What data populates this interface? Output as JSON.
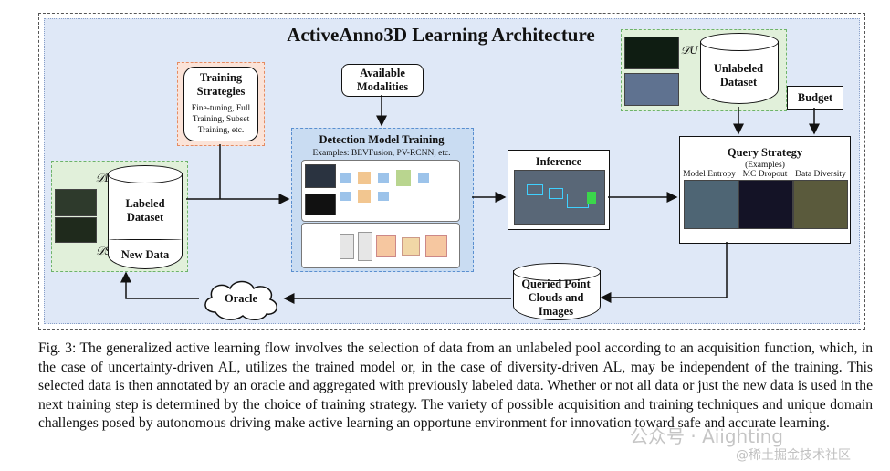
{
  "title": "ActiveAnno3D Learning Architecture",
  "training_strategies": {
    "title": "Training Strategies",
    "detail": "Fine-tuning, Full Training, Subset Training, etc."
  },
  "available_modalities": "Available Modalities",
  "detection": {
    "title": "Detection Model Training",
    "examples": "Examples: BEVFusion, PV-RCNN, etc."
  },
  "inference": "Inference",
  "unlabeled": {
    "symbol": "𝒟U",
    "label": "Unlabeled Dataset"
  },
  "budget": "Budget",
  "query": {
    "title": "Query Strategy",
    "examples": "(Examples)",
    "items": [
      "Model Entropy",
      "MC Dropout",
      "Data Diversity"
    ]
  },
  "labeled": {
    "symbol_l": "𝒟L",
    "symbol_s": "𝒟S",
    "label": "Labeled Dataset",
    "new_data": "New Data"
  },
  "queried": "Queried Point Clouds and Images",
  "oracle": "Oracle",
  "caption": "Fig. 3: The generalized active learning flow involves the selection of data from an unlabeled pool according to an acquisition function, which, in the case of uncertainty-driven AL, utilizes the trained model or, in the case of diversity-driven AL, may be independent of the training. This selected data is then annotated by an oracle and aggregated with previously labeled data. Whether or not all data or just the new data is used in the next training step is determined by the choice of training strategy. The variety of possible acquisition and training techniques and unique domain challenges posed by autonomous driving make active learning an opportune environment for innovation toward safe and accurate learning.",
  "watermark": "公众号 · Aiighting",
  "watermark2": "@稀土掘金技术社区"
}
